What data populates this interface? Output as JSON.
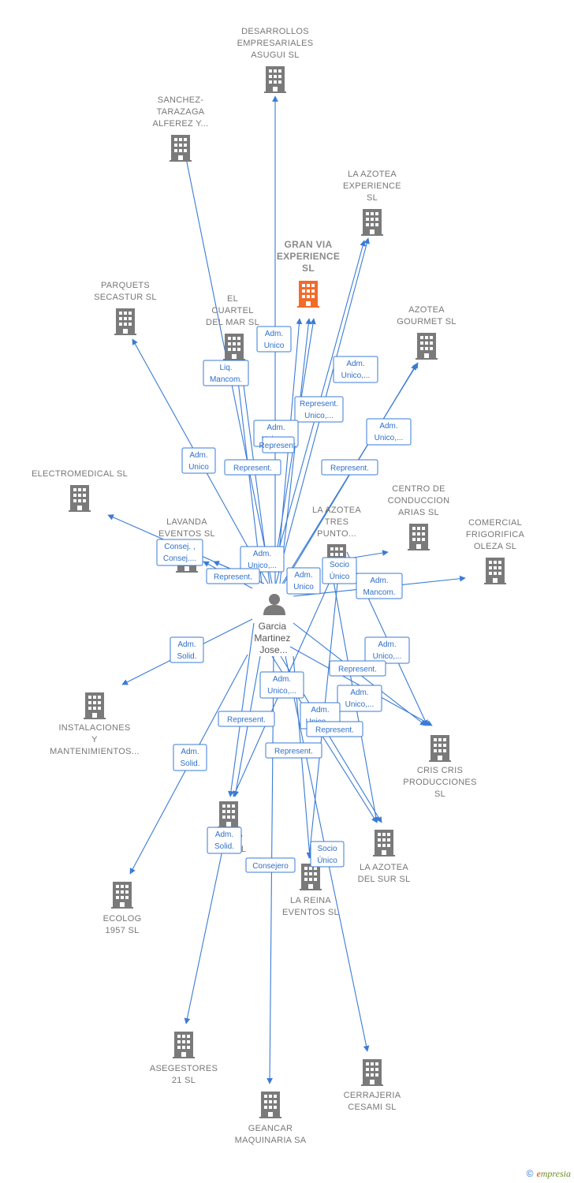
{
  "colors": {
    "edge": "#3a7bd5",
    "building": "#7a7a7a",
    "focus_building": "#f26b2a",
    "person": "#7a7a7a"
  },
  "person": {
    "lines": [
      "Garcia",
      "Martinez",
      "Jose..."
    ]
  },
  "companies": [
    {
      "id": "desarrollos",
      "lines": [
        "DESARROLLOS",
        "EMPRESARIALES",
        "ASUGUI  SL"
      ]
    },
    {
      "id": "sanchez",
      "lines": [
        "SANCHEZ-",
        "TARAZAGA",
        "ALFEREZ Y..."
      ]
    },
    {
      "id": "azotea_exp",
      "lines": [
        "LA AZOTEA",
        "EXPERIENCE",
        "SL"
      ]
    },
    {
      "id": "granvia",
      "lines": [
        "GRAN VIA",
        "EXPERIENCE",
        "SL"
      ],
      "focus": true
    },
    {
      "id": "parquets",
      "lines": [
        "PARQUETS",
        "SECASTUR SL"
      ]
    },
    {
      "id": "cuartel",
      "lines": [
        "EL",
        "CUARTEL",
        "DEL MAR  SL"
      ]
    },
    {
      "id": "azotea_gourmet",
      "lines": [
        "AZOTEA",
        "GOURMET  SL"
      ]
    },
    {
      "id": "electromedical",
      "lines": [
        "ELECTROMEDICAL SL"
      ]
    },
    {
      "id": "centro",
      "lines": [
        "CENTRO DE",
        "CONDUCCION",
        "ARIAS SL"
      ]
    },
    {
      "id": "lavanda",
      "lines": [
        "LAVANDA",
        "EVENTOS SL"
      ]
    },
    {
      "id": "tres_punto",
      "lines": [
        "LA AZOTEA",
        "TRES",
        "PUNTO..."
      ]
    },
    {
      "id": "comercial",
      "lines": [
        "COMERCIAL",
        "FRIGORIFICA",
        "OLEZA SL"
      ]
    },
    {
      "id": "instalaciones",
      "lines": [
        "INSTALACIONES",
        "Y",
        "MANTENIMIENTOS..."
      ]
    },
    {
      "id": "cris",
      "lines": [
        "CRIS CRIS",
        "PRODUCCIONES",
        "SL"
      ]
    },
    {
      "id": "hap",
      "lines": [
        "H... AP",
        "OU... SL"
      ]
    },
    {
      "id": "ecolog",
      "lines": [
        "ECOLOG",
        "1957 SL"
      ]
    },
    {
      "id": "azotea_sur",
      "lines": [
        "LA AZOTEA",
        "DEL SUR  SL"
      ]
    },
    {
      "id": "reina",
      "lines": [
        "LA REINA",
        "EVENTOS  SL"
      ]
    },
    {
      "id": "asegestores",
      "lines": [
        "ASEGESTORES",
        "21  SL"
      ]
    },
    {
      "id": "cerrajeria",
      "lines": [
        "CERRAJERIA",
        "CESAMI  SL"
      ]
    },
    {
      "id": "geancar",
      "lines": [
        "GEANCAR",
        "MAQUINARIA SA"
      ]
    }
  ],
  "relations": [
    {
      "lines": [
        "Adm.",
        "Unico"
      ]
    },
    {
      "lines": [
        "Liq.",
        "Mancom."
      ]
    },
    {
      "lines": [
        "Adm.",
        "Unico,..."
      ]
    },
    {
      "lines": [
        "Represent.",
        "Unico,..."
      ]
    },
    {
      "lines": [
        "Adm.",
        "Unico,..."
      ]
    },
    {
      "lines": [
        "Represent."
      ]
    },
    {
      "lines": [
        "Adm.",
        "Unico,..."
      ]
    },
    {
      "lines": [
        "Adm.",
        "Unico"
      ]
    },
    {
      "lines": [
        "Represent."
      ]
    },
    {
      "lines": [
        "Represent."
      ]
    },
    {
      "lines": [
        "Consej. ,",
        "Consej...."
      ]
    },
    {
      "lines": [
        "Adm.",
        "Unico,..."
      ]
    },
    {
      "lines": [
        "Represent."
      ]
    },
    {
      "lines": [
        "Adm.",
        "Unico"
      ]
    },
    {
      "lines": [
        "Socio",
        "Único"
      ]
    },
    {
      "lines": [
        "Adm.",
        "Mancom."
      ]
    },
    {
      "lines": [
        "Adm.",
        "Solid."
      ]
    },
    {
      "lines": [
        "Adm.",
        "Unico,..."
      ]
    },
    {
      "lines": [
        "Represent."
      ]
    },
    {
      "lines": [
        "Adm.",
        "Unico,..."
      ]
    },
    {
      "lines": [
        "Adm.",
        "Unico,..."
      ]
    },
    {
      "lines": [
        "Represent."
      ]
    },
    {
      "lines": [
        "Adm.",
        "Unico,..."
      ]
    },
    {
      "lines": [
        "Represent."
      ]
    },
    {
      "lines": [
        "Adm.",
        "Solid."
      ]
    },
    {
      "lines": [
        "Represent."
      ]
    },
    {
      "lines": [
        "Adm.",
        "Solid."
      ]
    },
    {
      "lines": [
        "Consejero"
      ]
    },
    {
      "lines": [
        "Socio",
        "Único"
      ]
    }
  ],
  "footer": {
    "copyright": "©",
    "brand_e": "e",
    "brand_rest": "mpresia"
  }
}
